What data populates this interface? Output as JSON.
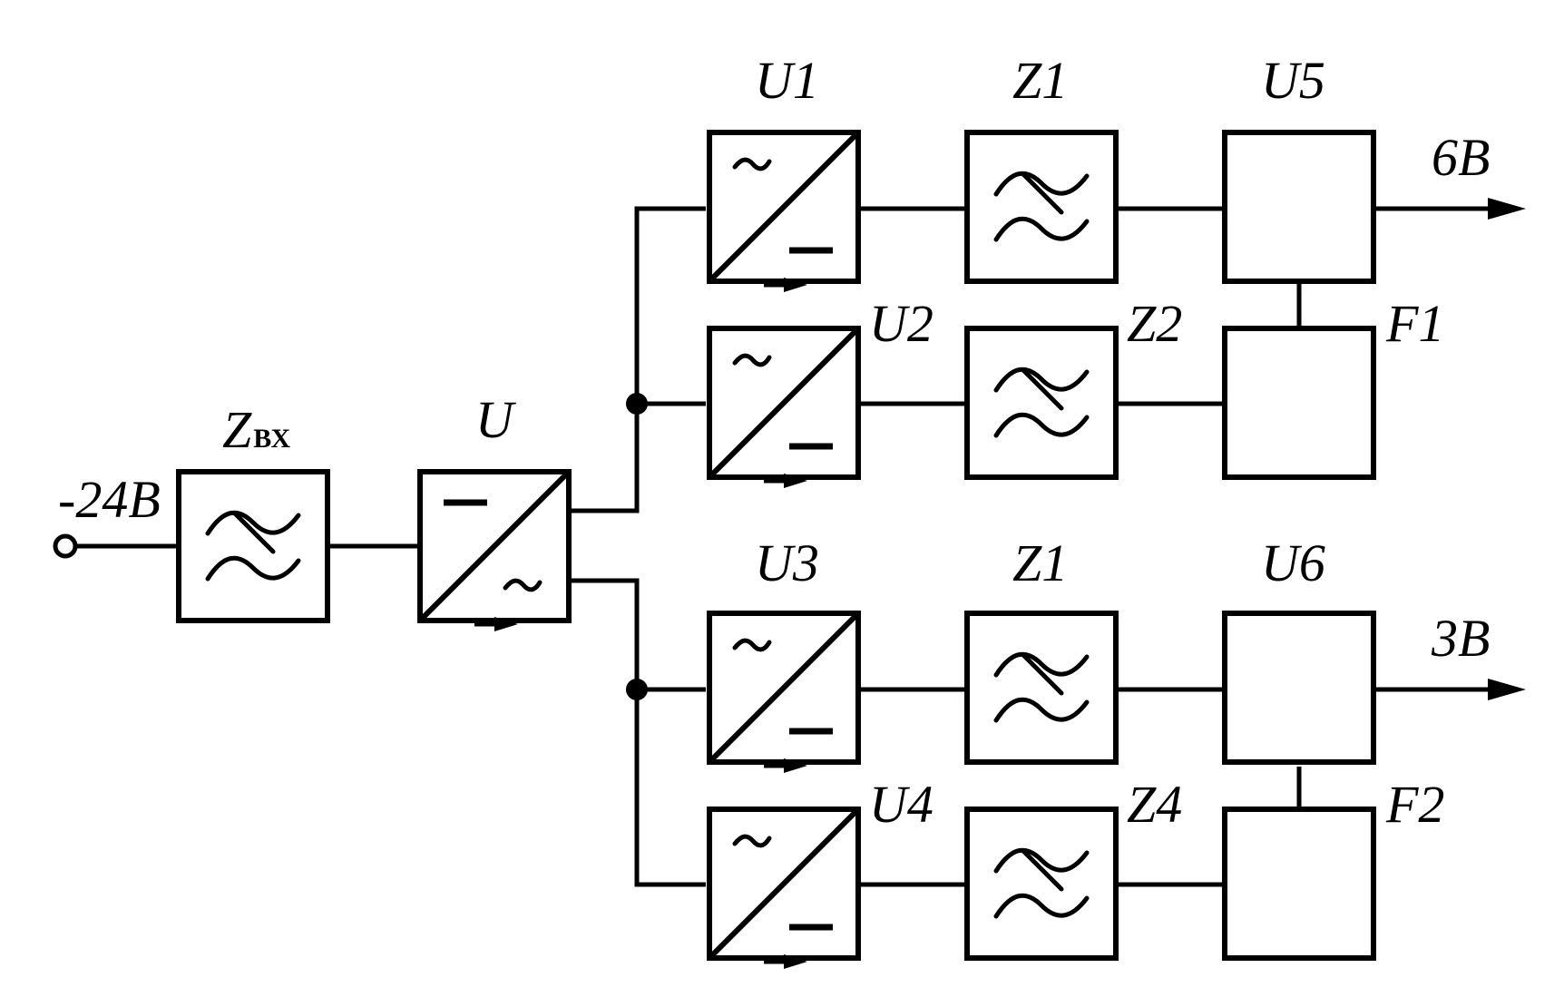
{
  "input": {
    "label": "-24B"
  },
  "blocks": {
    "zin": {
      "label": "Z",
      "sub": "ВХ"
    },
    "u": {
      "label": "U"
    },
    "u1": {
      "label": "U1"
    },
    "u2": {
      "label": "U2"
    },
    "u3": {
      "label": "U3"
    },
    "u4": {
      "label": "U4"
    },
    "z1_top": {
      "label": "Z1"
    },
    "z2": {
      "label": "Z2"
    },
    "z1_bottom": {
      "label": "Z1"
    },
    "z4": {
      "label": "Z4"
    },
    "u5": {
      "label": "U5"
    },
    "f1": {
      "label": "F1"
    },
    "u6": {
      "label": "U6"
    },
    "f2": {
      "label": "F2"
    }
  },
  "outputs": {
    "top": {
      "label": "6B"
    },
    "bottom": {
      "label": "3B"
    }
  },
  "colors": {
    "ink": "#000000",
    "background": "#ffffff"
  }
}
